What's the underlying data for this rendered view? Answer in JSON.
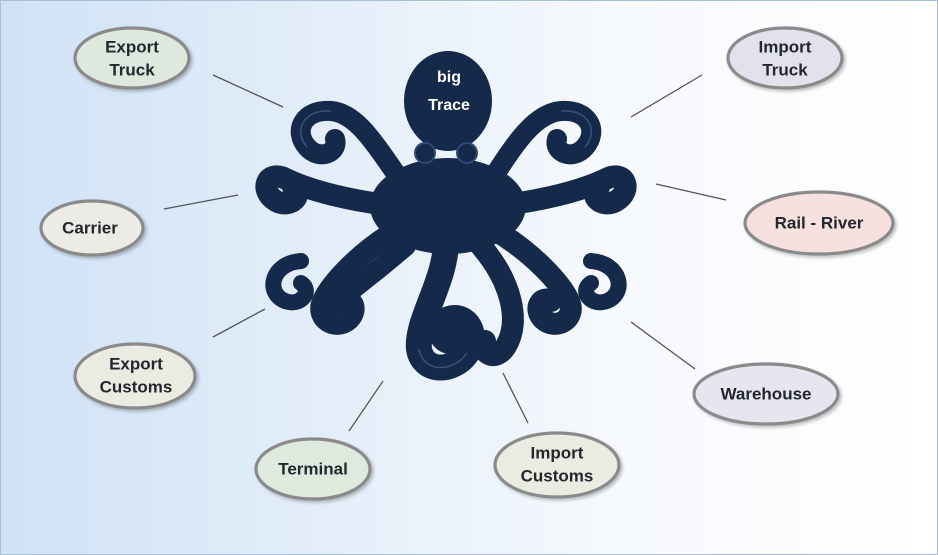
{
  "center": {
    "line1": "big",
    "line2": "Trace"
  },
  "nodes": {
    "export_truck": {
      "line1": "Export",
      "line2": "Truck",
      "fill": "#dfe8df"
    },
    "import_truck": {
      "line1": "Import",
      "line2": "Truck",
      "fill": "#e3e2ec"
    },
    "carrier": {
      "label": "Carrier",
      "fill": "#ecebe6"
    },
    "rail_river": {
      "label": "Rail - River",
      "fill": "#f6e0e0"
    },
    "export_customs": {
      "line1": "Export",
      "line2": "Customs",
      "fill": "#ecebe2"
    },
    "warehouse": {
      "label": "Warehouse",
      "fill": "#e6e6ee"
    },
    "terminal": {
      "label": "Terminal",
      "fill": "#dfeadf"
    },
    "import_customs": {
      "line1": "Import",
      "line2": "Customs",
      "fill": "#ecebe2"
    }
  },
  "colors": {
    "octopus": "#15294a",
    "node_border": "#8a8a8a",
    "connector": "#555555"
  }
}
